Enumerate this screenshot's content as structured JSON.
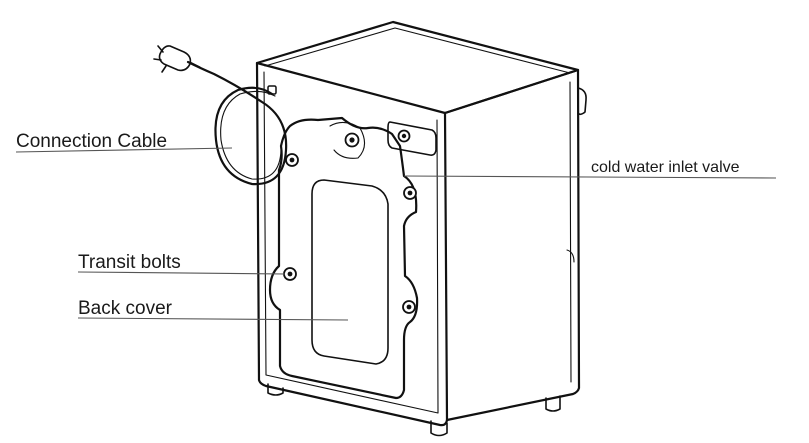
{
  "labels": {
    "connection_cable": "Connection Cable",
    "transit_bolts": "Transit bolts",
    "back_cover": "Back cover",
    "cold_water_inlet_valve": "cold water inlet valve"
  }
}
